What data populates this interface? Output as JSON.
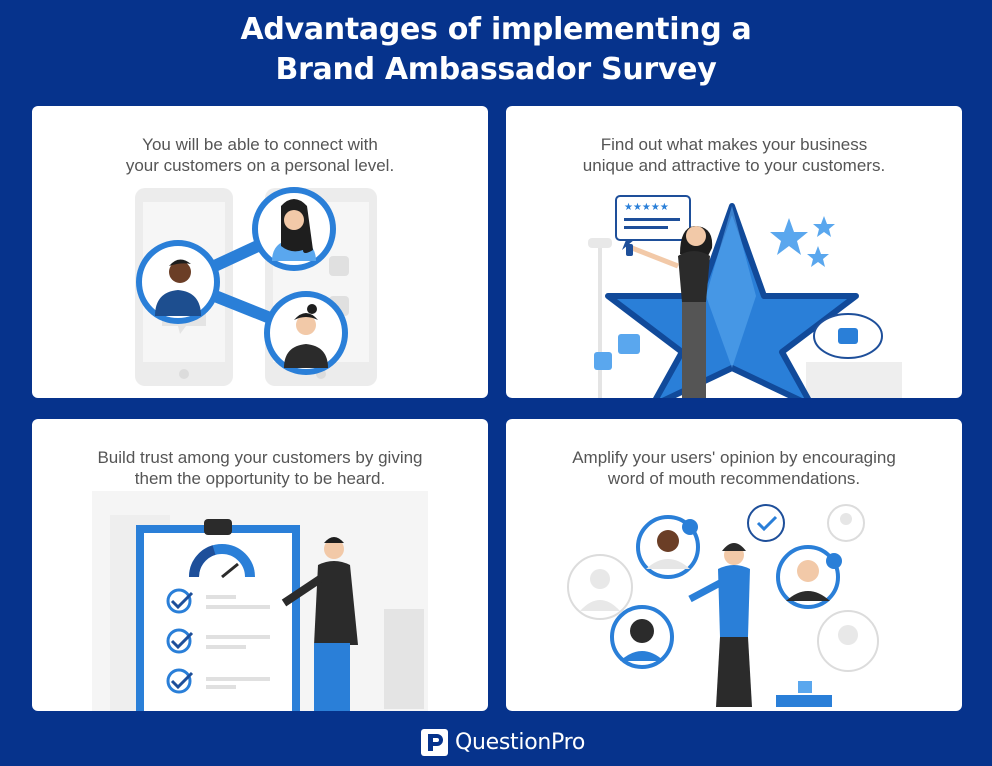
{
  "header": {
    "title_line1": "Advantages of implementing a",
    "title_line2": "Brand Ambassador Survey"
  },
  "cards": [
    {
      "line1": "You will be able to connect with",
      "line2": "your customers on a personal level."
    },
    {
      "line1": "Find out what makes your business",
      "line2": "unique and attractive to your customers."
    },
    {
      "line1": "Build trust among your customers by giving",
      "line2": "them the opportunity to be heard."
    },
    {
      "line1": "Amplify your users' opinion by encouraging",
      "line2": "word of mouth recommendations."
    }
  ],
  "footer": {
    "brand": "QuestionPro"
  },
  "colors": {
    "background": "#06338c",
    "accent_blue": "#2a7fd8",
    "dark": "#2b2b2b",
    "light_gray": "#e6e6e6"
  }
}
